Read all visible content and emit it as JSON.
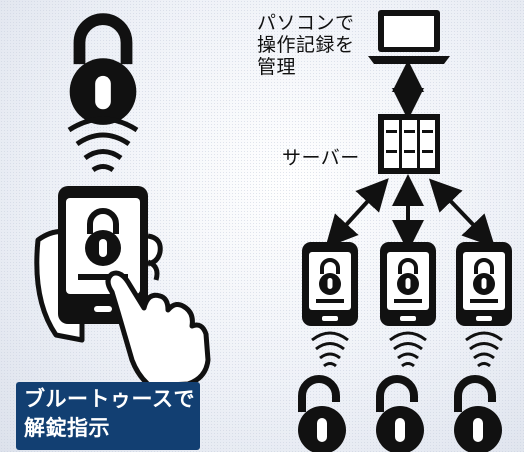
{
  "labels": {
    "pc": "パソコンで\n操作記録を\n管理",
    "server": "サーバー",
    "caption": "ブルートゥースで\n解錠指示"
  },
  "icons": {
    "top_lock": "padlock-locked-icon",
    "bluetooth_waves": "wireless-signal-icon",
    "hand_phone": "smartphone-with-lock-icon",
    "finger": "pointing-hand-icon",
    "laptop": "laptop-icon",
    "server": "server-rack-icon",
    "phones": "smartphone-with-lock-icon",
    "open_locks": "padlock-unlocked-icon"
  },
  "colors": {
    "ink": "#111111",
    "caption_bg": "#123f72",
    "caption_text": "#ffffff"
  }
}
